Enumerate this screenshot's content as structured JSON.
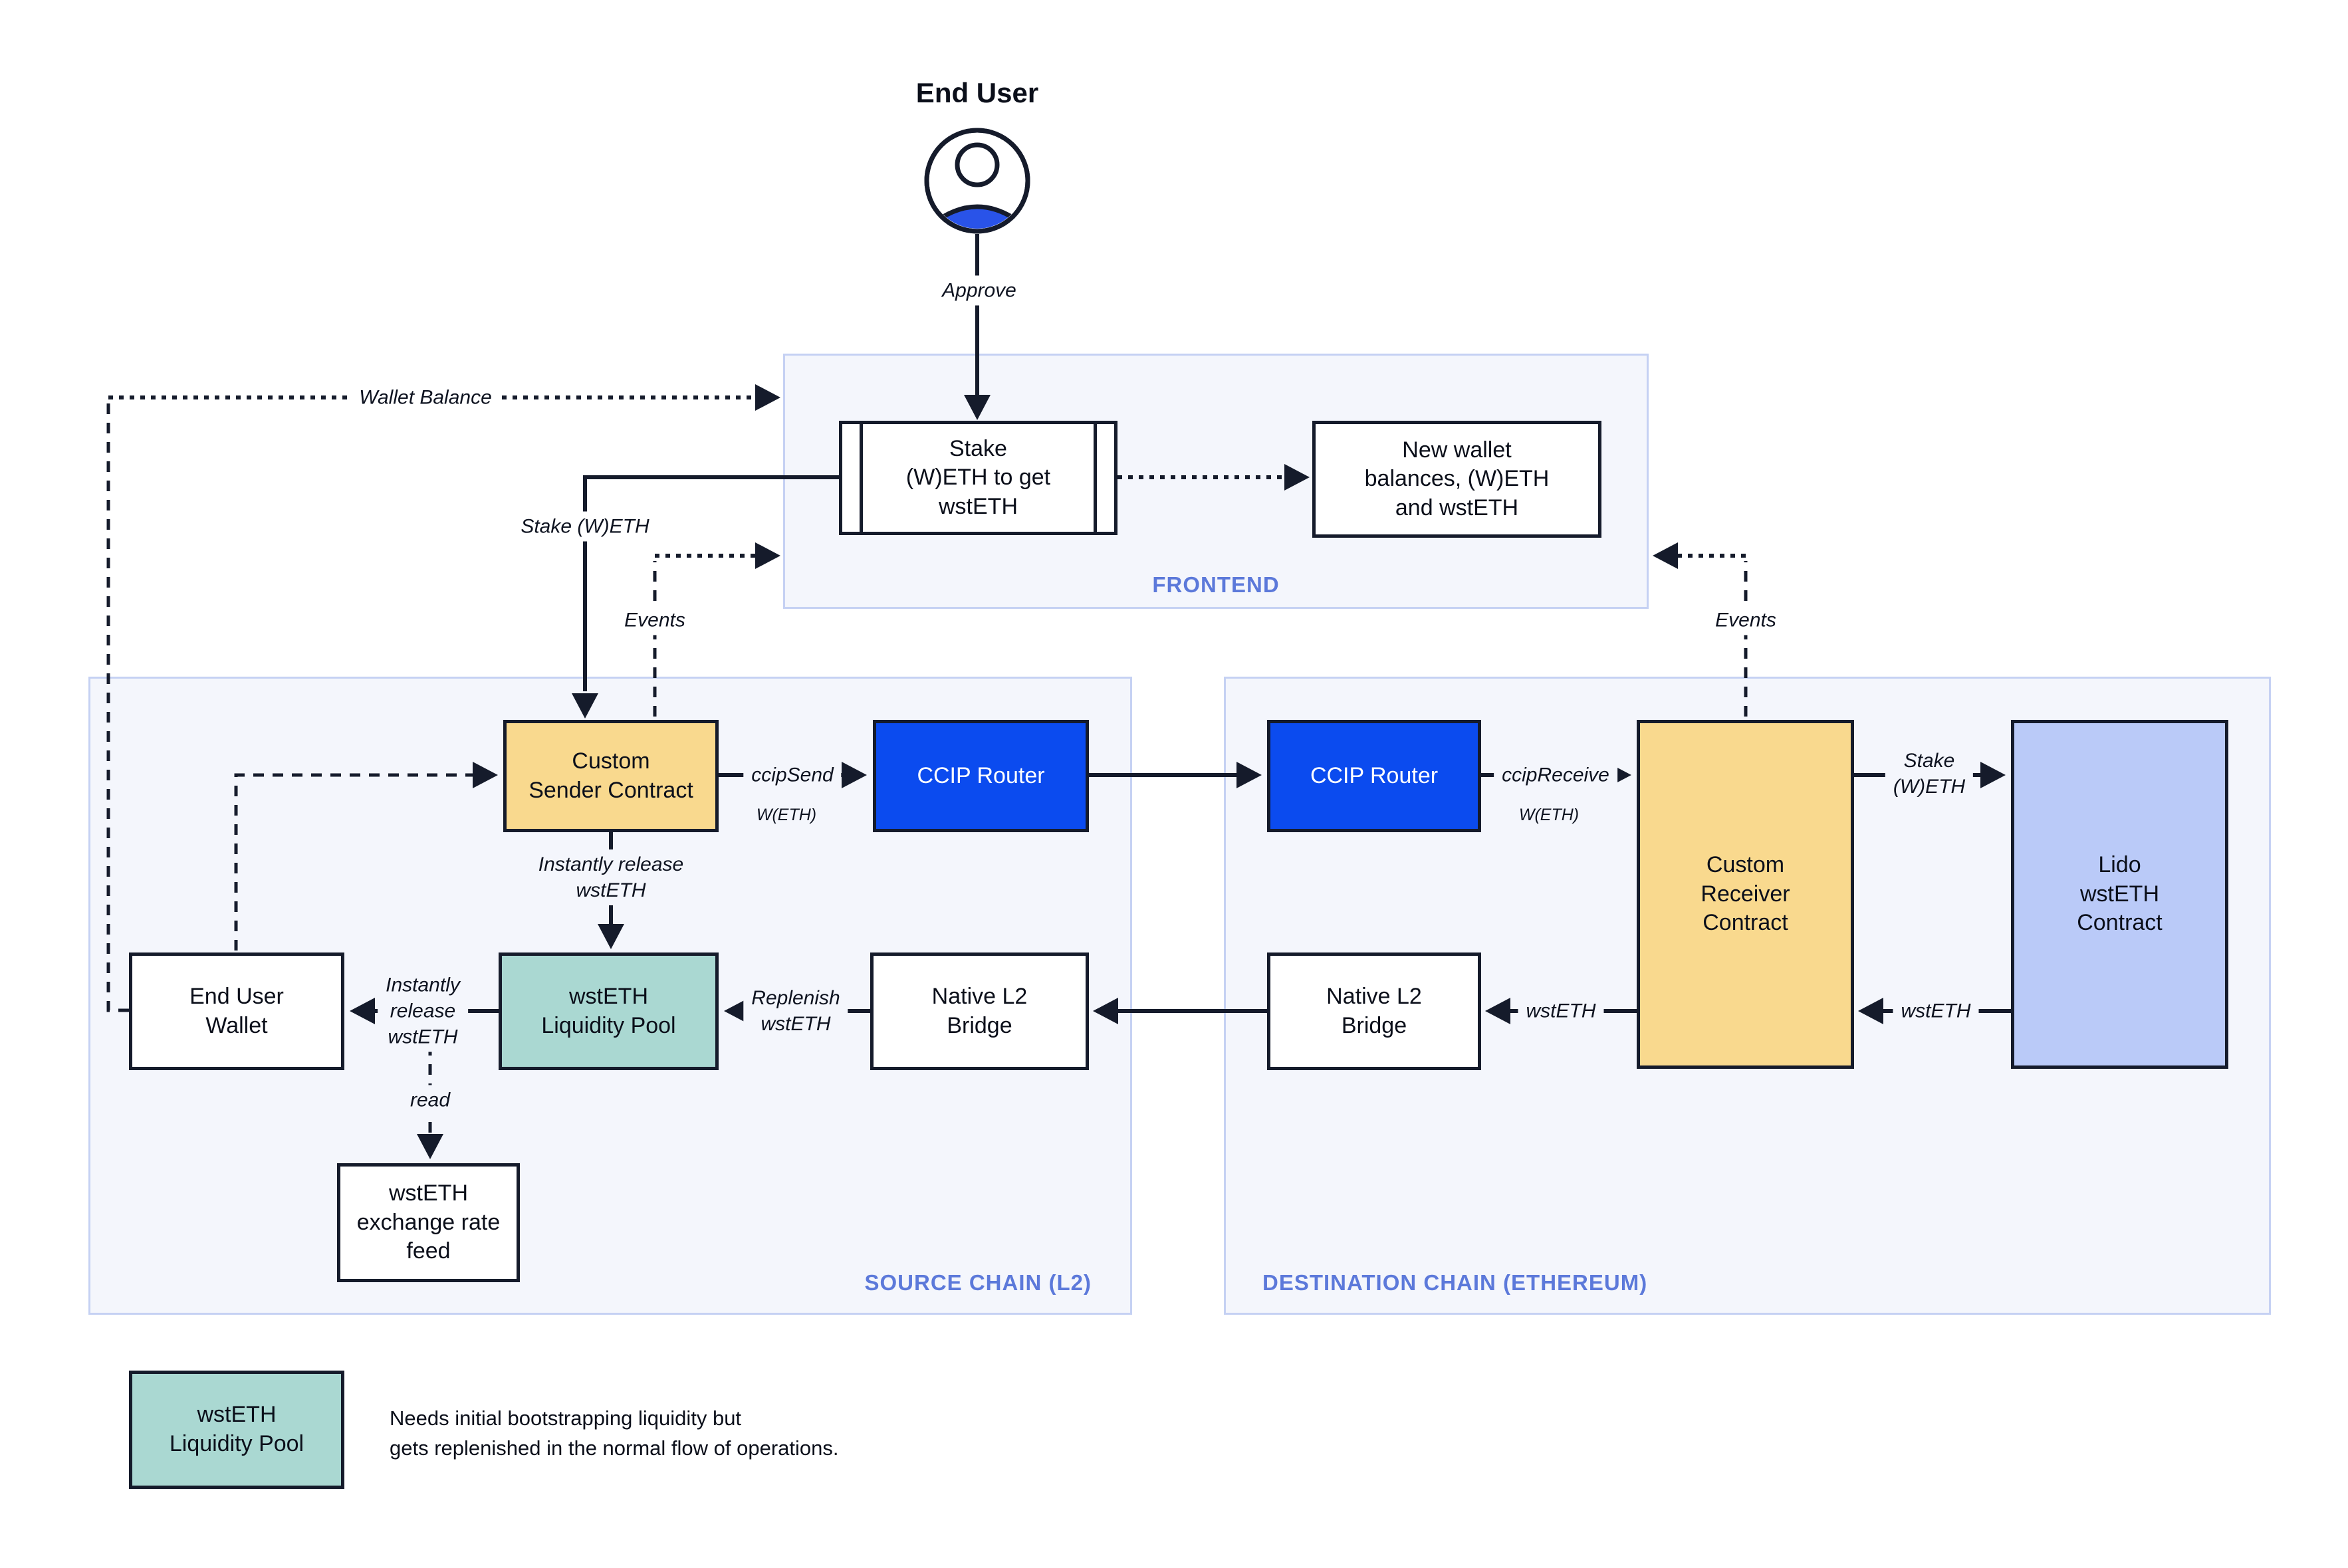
{
  "end_user": {
    "title": "End User"
  },
  "frontend": {
    "label": "FRONTEND",
    "stake_box": "Stake\n(W)ETH to get\nwstETH",
    "new_wallet_box": "New wallet\nbalances, (W)ETH\nand wstETH"
  },
  "source_chain": {
    "label": "SOURCE CHAIN (L2)",
    "custom_sender": "Custom\nSender Contract",
    "ccip_router": "CCIP Router",
    "end_user_wallet": "End User\nWallet",
    "liquidity_pool": "wstETH\nLiquidity Pool",
    "native_bridge": "Native L2\nBridge",
    "rate_feed": "wstETH\nexchange rate\nfeed"
  },
  "destination_chain": {
    "label": "DESTINATION CHAIN (ETHEREUM)",
    "ccip_router": "CCIP Router",
    "custom_receiver": "Custom\nReceiver\nContract",
    "lido_contract": "Lido\nwstETH\nContract",
    "native_bridge": "Native L2\nBridge"
  },
  "edge_labels": {
    "approve": "Approve",
    "wallet_balance": "Wallet Balance",
    "stake_weth": "Stake (W)ETH",
    "events_left": "Events",
    "events_right": "Events",
    "ccip_send": "ccipSend",
    "ccip_send_token": "W(ETH)",
    "ccip_receive": "ccipReceive",
    "ccip_receive_token": "W(ETH)",
    "instantly_release": "Instantly release\nwstETH",
    "instantly_release_wallet": "Instantly\nrelease\nwstETH",
    "replenish": "Replenish\nwstETH",
    "read": "read",
    "stake_weth_lido": "Stake\n(W)ETH",
    "wsteth_to_bridge": "wstETH",
    "wsteth_to_receiver": "wstETH"
  },
  "legend": {
    "box_label": "wstETH\nLiquidity Pool",
    "note": "Needs initial bootstrapping liquidity but\ngets replenished in the normal flow of operations."
  },
  "colors": {
    "ink": "#151B2B",
    "accent_yellow": "#F9D98E",
    "accent_teal": "#AAD8D2",
    "accent_blue": "#0B4BEF",
    "accent_periwinkle": "#BACAF8",
    "container_bg": "#F4F6FC",
    "container_border": "#C5D1F3",
    "chain_label_blue": "#5C79DA",
    "icon_blue": "#2953E9"
  }
}
